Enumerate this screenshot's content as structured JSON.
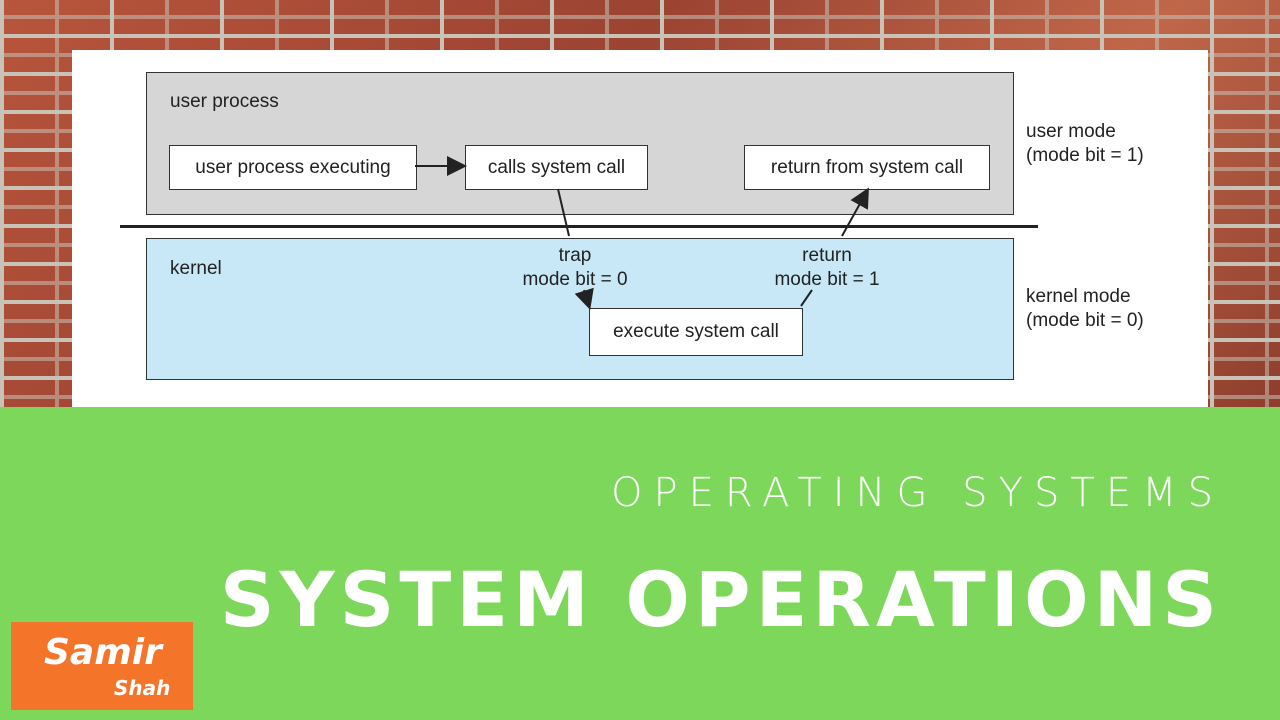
{
  "diagram": {
    "user_region_label": "user process",
    "kernel_region_label": "kernel",
    "user_mode_line1": "user mode",
    "user_mode_line2": "(mode bit = 1)",
    "kernel_mode_line1": "kernel mode",
    "kernel_mode_line2": "(mode bit = 0)",
    "boxes": {
      "executing": "user process executing",
      "calls": "calls system call",
      "return_from": "return from system call",
      "execute": "execute system call"
    },
    "trap_line1": "trap",
    "trap_line2": "mode bit = 0",
    "return_line1": "return",
    "return_line2": "mode bit = 1",
    "colors": {
      "user_region": "#d6d6d6",
      "kernel_region": "#c8e8f8"
    }
  },
  "banner": {
    "subtitle": "OPERATING SYSTEMS",
    "title": "SYSTEM OPERATIONS",
    "color": "#7cd75a"
  },
  "logo": {
    "line1": "Samir",
    "line2": "Shah",
    "color": "#f4742a"
  }
}
